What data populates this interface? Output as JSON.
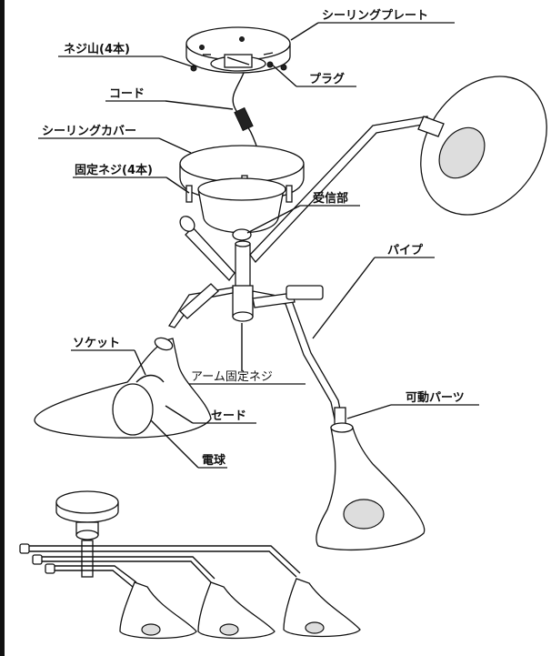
{
  "labels": {
    "ceiling_plate": "シーリングプレート",
    "screw_mounts": "ネジ山(4本)",
    "plug": "プラグ",
    "cord": "コード",
    "ceiling_cover": "シーリングカバー",
    "fixing_screws": "固定ネジ(4本)",
    "receiver": "受信部",
    "pipe": "パイプ",
    "arm_fixing_screw": "アーム固定ネジ",
    "socket": "ソケット",
    "movable_parts": "可動パーツ",
    "shade": "セード",
    "bulb": "電球"
  }
}
